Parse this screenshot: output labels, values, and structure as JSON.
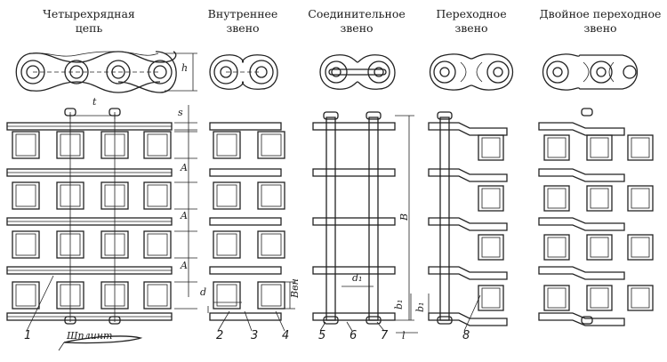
{
  "titles": {
    "t1": [
      "Четырехрядная",
      "цепь"
    ],
    "t2": [
      "Внутреннее",
      "звено"
    ],
    "t3": [
      "Соединительное",
      "звено"
    ],
    "t4": [
      "Переходное",
      "звено"
    ],
    "t5": [
      "Двойное переходное",
      "звено"
    ]
  },
  "dims": {
    "t": "t",
    "h": "h",
    "s": "s",
    "A": "A",
    "d": "d",
    "bvn": "Bвн",
    "B": "B",
    "d1": "d₁",
    "b1": "b₁",
    "l": "l"
  },
  "callouts": [
    "1",
    "2",
    "3",
    "4",
    "5",
    "6",
    "7",
    "8"
  ],
  "splint": "Шплинт"
}
